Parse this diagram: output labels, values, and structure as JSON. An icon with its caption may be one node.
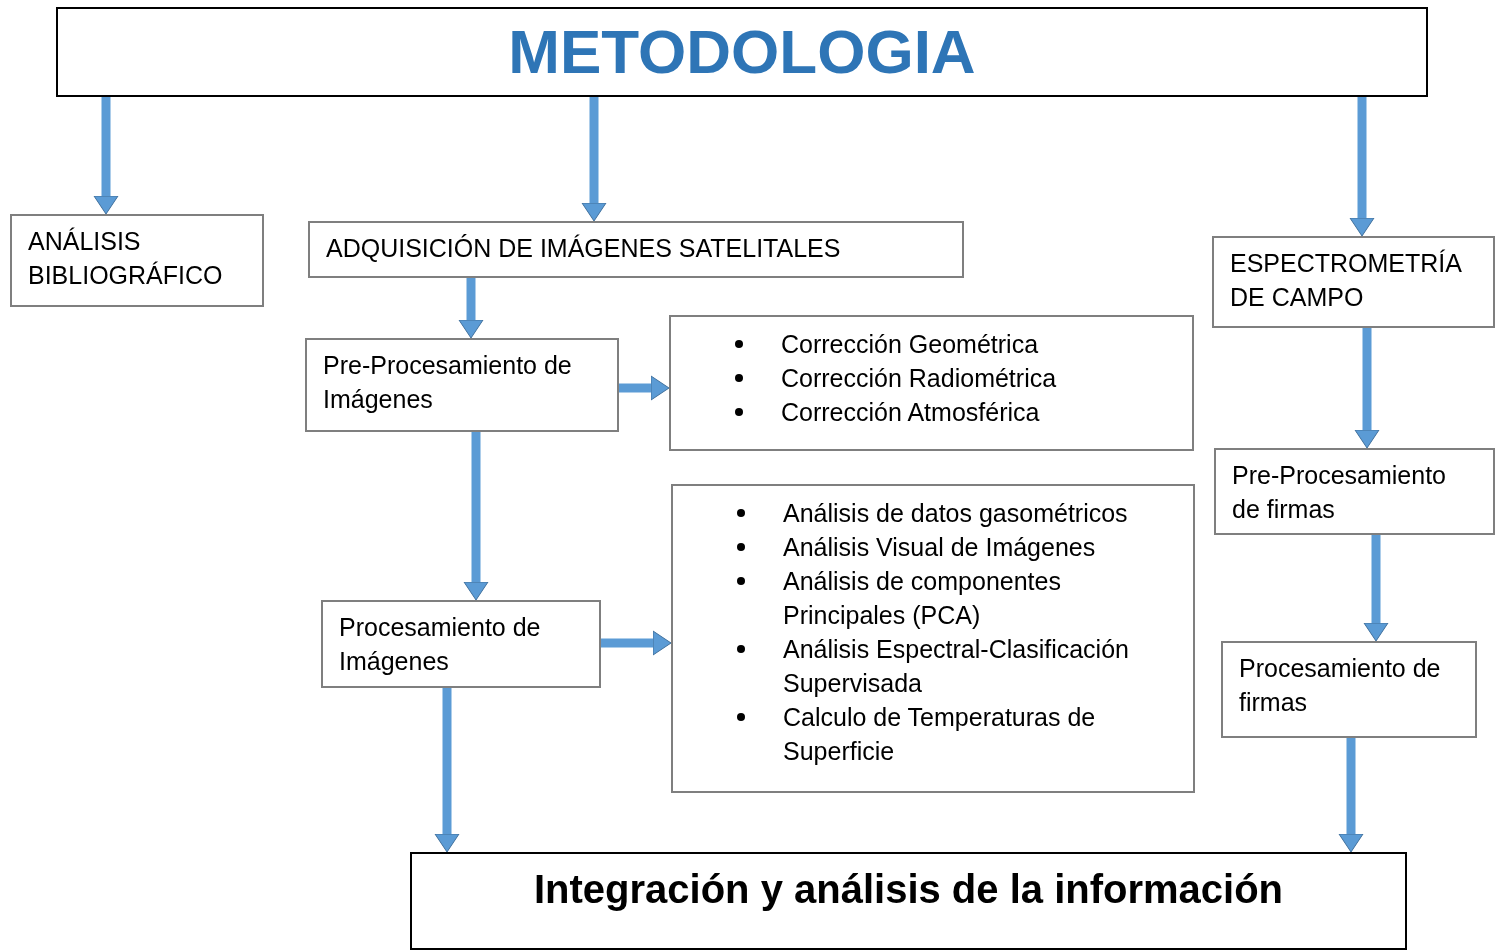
{
  "diagram": {
    "nodes": [
      {
        "text": [
          "METODOLOGIA"
        ]
      },
      {
        "text": [
          "ANÁLISIS BIBLIOGRÁFICO"
        ]
      },
      {
        "text": [
          "ADQUISICIÓN DE IMÁGENES SATELITALES"
        ]
      },
      {
        "text": [
          "ESPECTROMETRÍA DE CAMPO"
        ]
      },
      {
        "text": [
          "Pre-Procesamiento de Imágenes"
        ]
      },
      {
        "text": [
          "Corrección Geométrica",
          "Corrección Radiométrica",
          "Corrección Atmosférica"
        ]
      },
      {
        "text": [
          "Pre-Procesamiento de firmas"
        ]
      },
      {
        "text": [
          "Procesamiento de Imágenes"
        ]
      },
      {
        "text": [
          "Análisis de datos gasométricos",
          "Análisis Visual de Imágenes",
          "Análisis de componentes Principales (PCA)",
          "Análisis Espectral-Clasificación Supervisada",
          "Calculo de Temperaturas de Superficie"
        ]
      },
      {
        "text": [
          "Procesamiento de firmas"
        ]
      },
      {
        "text": [
          "Integración y análisis de la información"
        ]
      }
    ],
    "edges": [
      {
        "from": 0,
        "to": 1,
        "arrow": "to"
      },
      {
        "from": 0,
        "to": 2,
        "arrow": "to"
      },
      {
        "from": 0,
        "to": 3,
        "arrow": "to"
      },
      {
        "from": 2,
        "to": 4,
        "arrow": "to"
      },
      {
        "from": 4,
        "to": 5,
        "arrow": "to"
      },
      {
        "from": 3,
        "to": 6,
        "arrow": "to"
      },
      {
        "from": 4,
        "to": 7,
        "arrow": "to"
      },
      {
        "from": 7,
        "to": 8,
        "arrow": "to"
      },
      {
        "from": 6,
        "to": 9,
        "arrow": "to"
      },
      {
        "from": 7,
        "to": 10,
        "arrow": "to"
      },
      {
        "from": 9,
        "to": 10,
        "arrow": "to"
      }
    ]
  }
}
